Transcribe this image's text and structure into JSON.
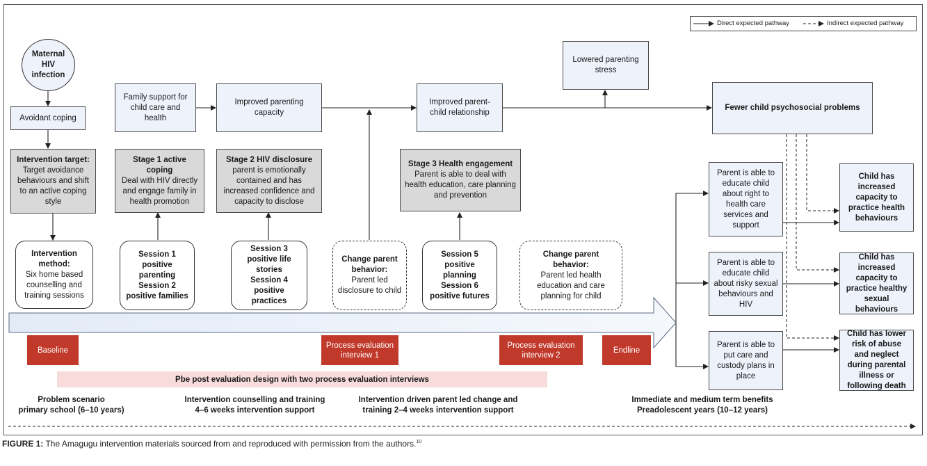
{
  "legend": {
    "direct": "Direct expected pathway",
    "indirect": "Indirect expected pathway"
  },
  "nodes": {
    "maternal_hiv": "Maternal HIV infection",
    "avoidant_coping": "Avoidant coping",
    "intervention_target": {
      "title": "Intervention target:",
      "text": "Target avoidance behaviours and shift to an active coping style"
    },
    "intervention_method": {
      "title": "Intervention method:",
      "text": "Six home based counselling and training sessions"
    },
    "family_support": "Family support for child care and health",
    "stage1": {
      "title": "Stage 1 active coping",
      "text": "Deal with HIV directly and engage family in health promotion"
    },
    "sessions_1_2": {
      "line1": "Session 1 positive parenting",
      "line2": "Session 2 positive families"
    },
    "improved_parenting": "Improved parenting capacity",
    "stage2": {
      "title": "Stage 2 HIV disclosure",
      "text": "parent is emotionally contained and has increased confidence and capacity to disclose"
    },
    "sessions_3_4": {
      "line1": "Session 3 positive life stories",
      "line2": "Session 4 positive practices"
    },
    "change_behavior_1": {
      "title": "Change parent behavior:",
      "text": "Parent led disclosure to child"
    },
    "improved_relationship": "Improved parent-child relationship",
    "stage3": {
      "title": "Stage 3 Health engagement",
      "text": "Parent is able to deal with health education, care planning and prevention"
    },
    "sessions_5_6": {
      "line1": "Session 5 positive planning",
      "line2": "Session 6 positive futures"
    },
    "change_behavior_2": {
      "title": "Change parent behavior:",
      "text": "Parent led health education and care planning for child"
    },
    "lowered_stress": "Lowered parenting stress",
    "fewer_problems": "Fewer child psychosocial problems",
    "parent_rights": "Parent is able to educate child about right to health care services and support",
    "parent_risky": "Parent is able to educate child about risky sexual behaviours and HIV",
    "parent_custody": "Parent is able to put care and custody plans in place",
    "child_health": "Child has increased capacity to practice health behaviours",
    "child_sexual": "Child has increased capacity to practice healthy sexual behaviours",
    "child_abuse": "Child has lower risk of abuse and neglect during parental illness or following death"
  },
  "timeline": {
    "baseline": "Baseline",
    "process_eval_1": "Process evaluation interview 1",
    "process_eval_2": "Process evaluation interview 2",
    "endline": "Endline",
    "design": "Pbe post evaluation design with two process evaluation interviews"
  },
  "phases": {
    "problem": {
      "line1": "Problem scenario",
      "line2": "primary school (6–10 years)"
    },
    "counselling": {
      "line1": "Intervention counselling and training",
      "line2": "4–6 weeks intervention support"
    },
    "driven": {
      "line1": "Intervention driven parent led change and",
      "line2": "training 2–4 weeks intervention support"
    },
    "benefits": {
      "line1": "Immediate and medium term benefits",
      "line2": "Preadolescent years (10–12 years)"
    }
  },
  "caption": {
    "label": "FIGURE 1:",
    "text": " The Amagugu intervention materials sourced from and reproduced with permission from the authors.",
    "ref": "10"
  },
  "colors": {
    "node_fill": "#eef2fb",
    "stage_fill": "#d9d9d9",
    "marker": "#c0392b",
    "design_band": "#f8dcdc"
  }
}
